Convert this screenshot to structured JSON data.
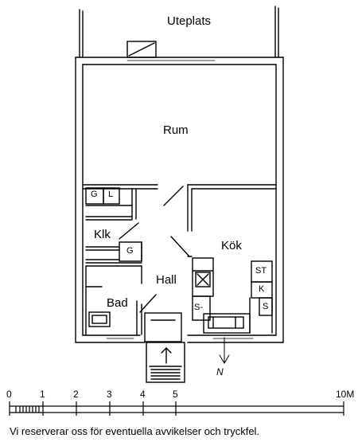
{
  "rooms": {
    "uteplats": "Uteplats",
    "rum": "Rum",
    "klk": "Klk",
    "hall": "Hall",
    "bad": "Bad",
    "kok": "Kök"
  },
  "fixtures": {
    "g1": "G",
    "l": "L",
    "g2": "G",
    "st": "ST",
    "k": "K",
    "s_right": "S",
    "s_left": "S-"
  },
  "compass": {
    "north": "N"
  },
  "scale": {
    "ticks": [
      "0",
      "1",
      "2",
      "3",
      "4",
      "5",
      "10M"
    ]
  },
  "disclaimer": "Vi reserverar oss för eventuella avvikelser och tryckfel."
}
